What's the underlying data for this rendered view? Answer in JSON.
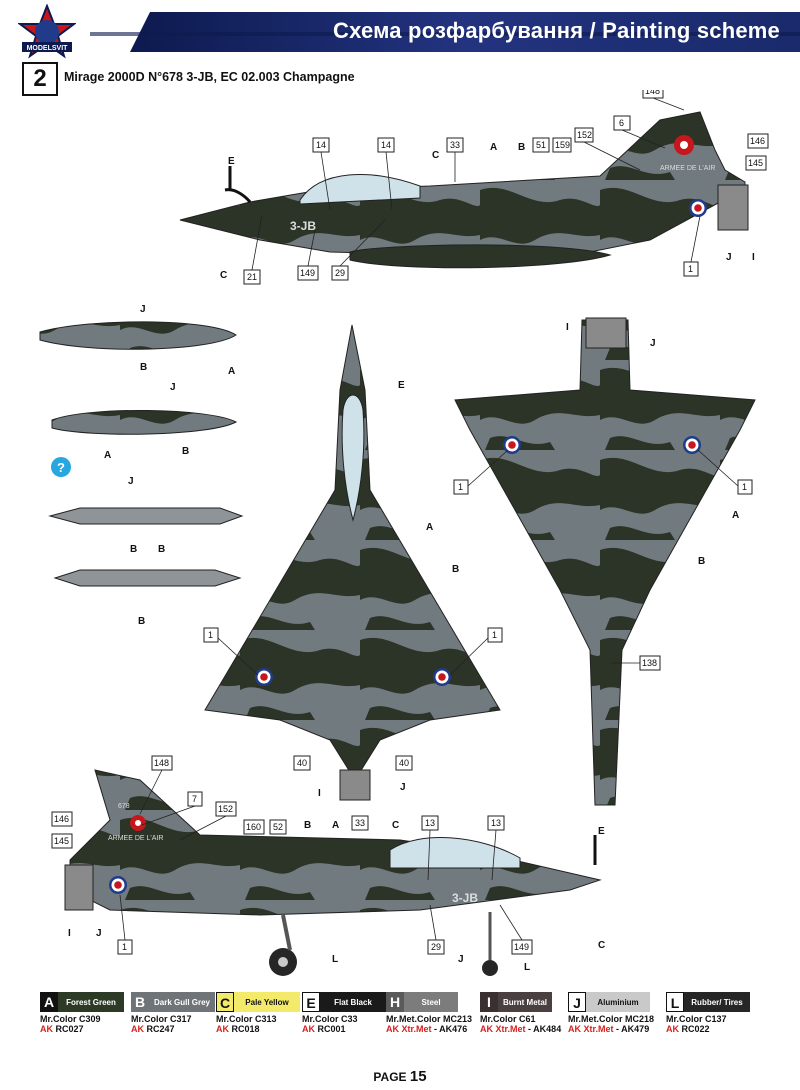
{
  "header": {
    "logo_text": "MODELSVIT",
    "title": "Схема розфарбування / Painting scheme",
    "band_color": "#1f2f7a"
  },
  "scheme": {
    "number": "2",
    "caption": "Mirage 2000D N°678 3-JB, EC 02.003 Champagne"
  },
  "callouts": {
    "c1": "1",
    "c6": "6",
    "c7": "7",
    "c13": "13",
    "c14": "14",
    "c21": "21",
    "c29": "29",
    "c33": "33",
    "c40": "40",
    "c51": "51",
    "c52": "52",
    "c138": "138",
    "c145": "145",
    "c146": "146",
    "c148": "148",
    "c149": "149",
    "c152": "152",
    "c159": "159",
    "c160": "160"
  },
  "markings": {
    "armee_de_lair": "ARMEE DE L'AIR",
    "code": "3-JB",
    "serial": "678"
  },
  "paint_letters": [
    "A",
    "B",
    "C",
    "E",
    "I",
    "J",
    "L"
  ],
  "help_icon": "?",
  "legend": [
    {
      "letter": "A",
      "name": "Forest Green",
      "color": "#2d3a26",
      "text_color": "#ffffff",
      "code1": "Mr.Color C309",
      "code2_brand": "AK",
      "code2": " RC027"
    },
    {
      "letter": "B",
      "name": "Dark Gull Grey",
      "color": "#6f7478",
      "text_color": "#ffffff",
      "code1": "Mr.Color C317",
      "code2_brand": "AK",
      "code2": " RC247"
    },
    {
      "letter": "C",
      "name": "Pale Yellow",
      "color": "#f4ea6a",
      "text_color": "#111111",
      "code1": "Mr.Color C313",
      "code2_brand": "AK",
      "code2": " RC018"
    },
    {
      "letter": "E",
      "name": "Flat Black",
      "color": "#1a1a1a",
      "text_color": "#ffffff",
      "code1": "Mr.Color C33",
      "code2_brand": "AK",
      "code2": " RC001"
    },
    {
      "letter": "H",
      "name": "Steel",
      "color": "#7c7c7c",
      "text_color": "#ffffff",
      "code1": "Mr.Met.Color MC213",
      "code2_brand": "AK Xtr.Met",
      "code2": " - AK476"
    },
    {
      "letter": "I",
      "name": "Burnt Metal",
      "color": "#4a4040",
      "text_color": "#ffffff",
      "code1": "Mr.Color C61",
      "code2_brand": "AK Xtr.Met",
      "code2": " - AK484"
    },
    {
      "letter": "J",
      "name": "Aluminium",
      "color": "#c9c9c9",
      "text_color": "#111111",
      "code1": "Mr.Met.Color MC218",
      "code2_brand": "AK Xtr.Met",
      "code2": " - AK479"
    },
    {
      "letter": "L",
      "name": "Rubber/ Tires",
      "color": "#262626",
      "text_color": "#ffffff",
      "code1": "Mr.Color C137",
      "code2_brand": "AK",
      "code2": " RC022"
    }
  ],
  "footer": {
    "page_label": "PAGE",
    "page_number": "15"
  },
  "colors": {
    "forest_green": "#2b3427",
    "gull_grey": "#717a7f",
    "roundel_red": "#c8161d",
    "roundel_blue": "#1f3b8a"
  }
}
